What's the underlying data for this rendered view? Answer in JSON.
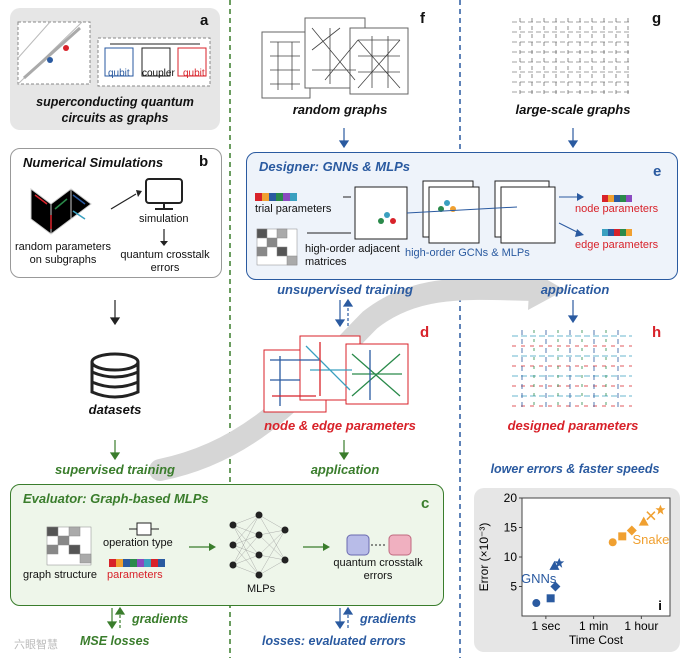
{
  "panels": {
    "a": {
      "letter": "a",
      "caption": "superconducting quantum circuits as graphs",
      "labels": {
        "qubit_left": "qubit",
        "coupler": "coupler",
        "qubit_right": "qubit"
      }
    },
    "b": {
      "letter": "b",
      "title": "Numerical Simulations",
      "simulation": "simulation",
      "random_params": "random parameters on subgraphs",
      "errors": "quantum crosstalk errors"
    },
    "datasets": "datasets",
    "supervised_training": "supervised training",
    "f": {
      "letter": "f",
      "caption": "random graphs"
    },
    "g": {
      "letter": "g",
      "caption": "large-scale graphs"
    },
    "e": {
      "letter": "e",
      "title": "Designer: GNNs & MLPs",
      "trial_params": "trial parameters",
      "high_order": "high-order adjacent matrices",
      "gcn": "high-order GCNs & MLPs",
      "node_params": "node parameters",
      "edge_params": "edge parameters"
    },
    "unsupervised_training": "unsupervised training",
    "application_top": "application",
    "d": {
      "letter": "d",
      "caption": "node & edge parameters"
    },
    "h": {
      "letter": "h",
      "caption": "designed parameters"
    },
    "application_mid": "application",
    "lower_errors": "lower errors & faster speeds",
    "c": {
      "letter": "c",
      "title": "Evaluator: Graph-based MLPs",
      "operation_type": "operation type",
      "graph_structure": "graph structure",
      "parameters": "parameters",
      "mlps": "MLPs",
      "errors": "quantum crosstalk errors"
    },
    "gradients_left": "gradients",
    "mse_losses": "MSE losses",
    "gradients_right": "gradients",
    "losses_eval": "losses: evaluated errors",
    "watermark": "六眼智慧"
  },
  "colors": {
    "blue": "#2a5aa0",
    "green": "#3a7d2c",
    "red": "#d8222a",
    "orange": "#f0a030"
  },
  "chart_data": {
    "type": "scatter",
    "letter": "i",
    "xlabel": "Time Cost",
    "ylabel": "Error (×10⁻³)",
    "x_ticks": [
      "1 sec",
      "1 min",
      "1 hour"
    ],
    "y_ticks": [
      "5",
      "10",
      "15",
      "20"
    ],
    "ylim": [
      0,
      20
    ],
    "series": [
      {
        "name": "GNNs",
        "color": "#2a5aa0",
        "points": [
          [
            -0.2,
            2.2,
            "circle"
          ],
          [
            0.1,
            3.0,
            "square"
          ],
          [
            0.2,
            5.0,
            "diamond"
          ],
          [
            0.18,
            8.5,
            "triangle"
          ],
          [
            0.28,
            9.0,
            "star"
          ]
        ]
      },
      {
        "name": "Snake",
        "color": "#f0a030",
        "points": [
          [
            1.4,
            12.5,
            "circle"
          ],
          [
            1.6,
            13.5,
            "square"
          ],
          [
            1.8,
            14.5,
            "diamond"
          ],
          [
            2.05,
            16.0,
            "triangle"
          ],
          [
            2.2,
            17.0,
            "cross"
          ],
          [
            2.4,
            18.0,
            "star"
          ]
        ]
      }
    ]
  }
}
